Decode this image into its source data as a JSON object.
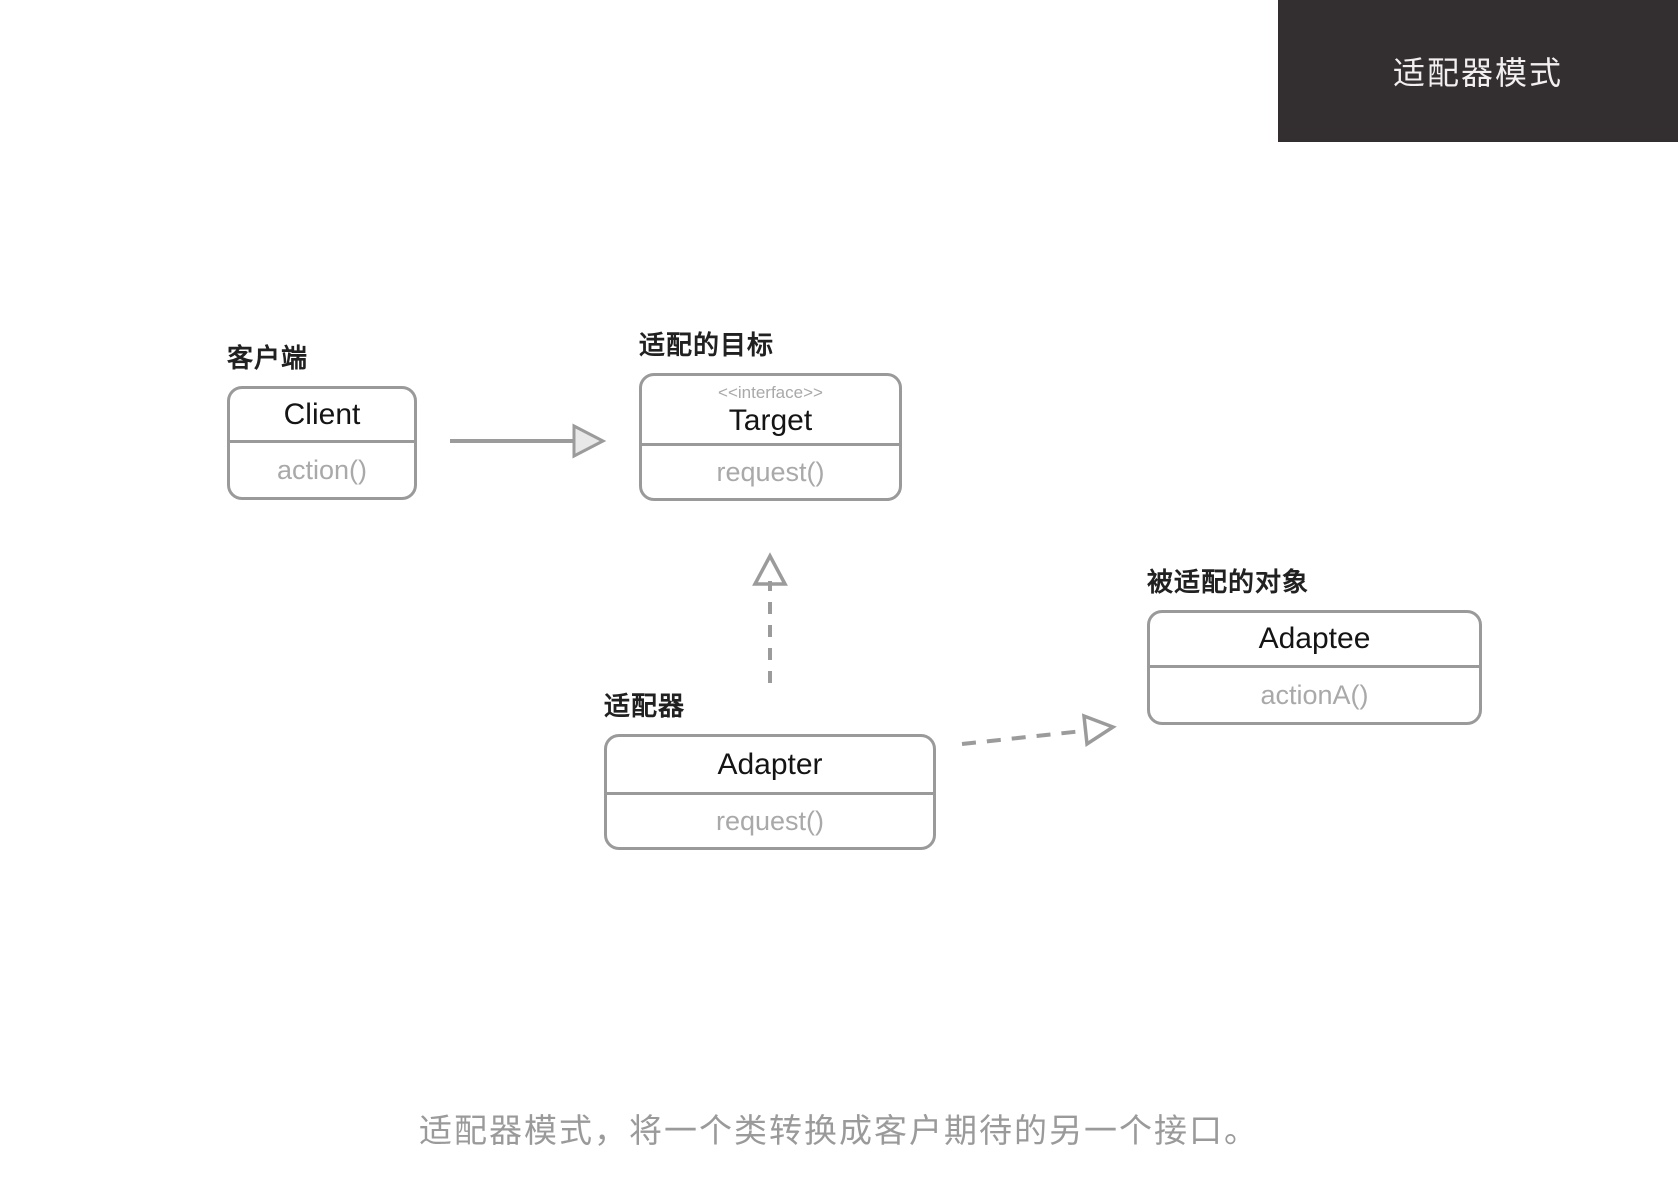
{
  "header": {
    "title": "适配器模式"
  },
  "classes": {
    "client": {
      "label": "客户端",
      "name": "Client",
      "method": "action()"
    },
    "target": {
      "label": "适配的目标",
      "stereotype": "<<interface>>",
      "name": "Target",
      "method": "request()"
    },
    "adapter": {
      "label": "适配器",
      "name": "Adapter",
      "method": "request()"
    },
    "adaptee": {
      "label": "被适配的对象",
      "name": "Adaptee",
      "method": "actionA()"
    }
  },
  "caption": "适配器模式，将一个类转换成客户期待的另一个接口。",
  "colors": {
    "header_bg": "#332e2f",
    "header_text": "#f1efef",
    "box_border": "#9a9a9a",
    "class_name_text": "#141414",
    "method_text": "#a9a9a9",
    "label_text": "#212121",
    "caption_text": "#9a9a9a",
    "solid_arrowhead_fill": "#e8e8e8"
  }
}
